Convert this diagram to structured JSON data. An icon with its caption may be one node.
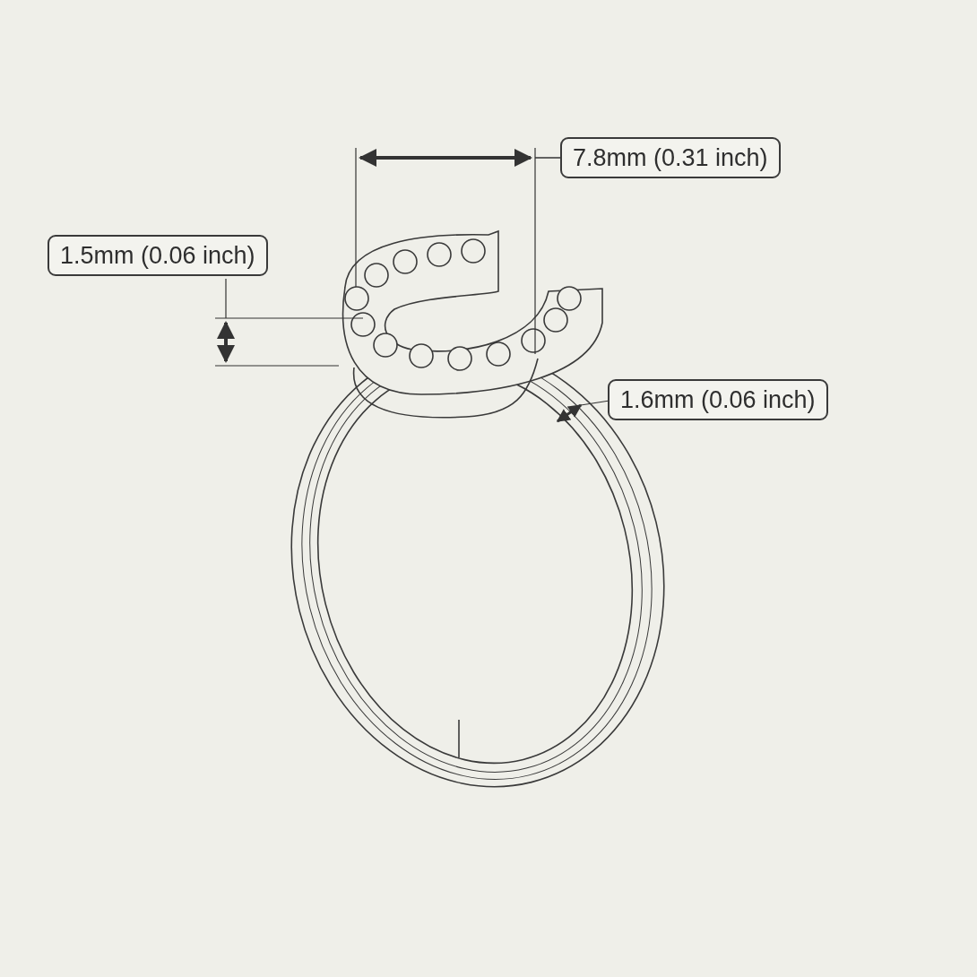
{
  "diagram": {
    "labels": [
      "7.8mm (0.31 inch)",
      "1.5mm (0.06 inch)",
      "1.6mm (0.06 inch)"
    ]
  }
}
